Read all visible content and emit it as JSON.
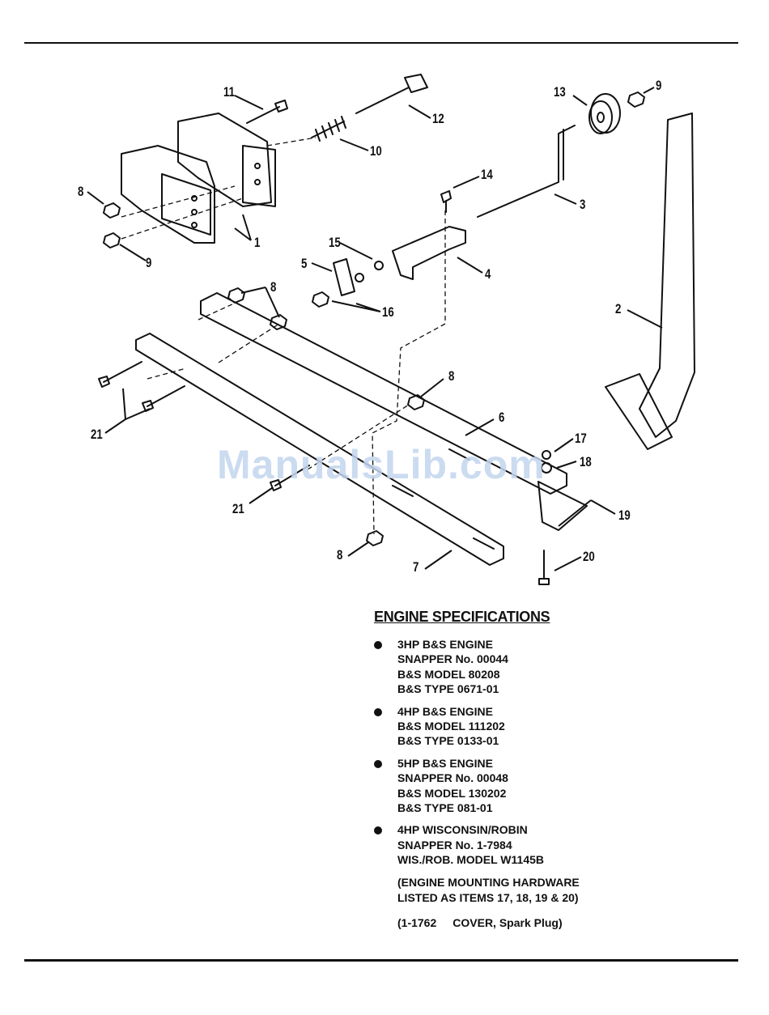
{
  "diagram": {
    "callouts": [
      "11",
      "12",
      "13",
      "9",
      "10",
      "14",
      "3",
      "8",
      "1",
      "9",
      "15",
      "5",
      "4",
      "16",
      "8",
      "2",
      "8",
      "21",
      "6",
      "17",
      "18",
      "21",
      "19",
      "8",
      "7",
      "20"
    ],
    "watermark": "ManualsLib.com"
  },
  "specs": {
    "title": "ENGINE SPECIFICATIONS",
    "engines": [
      {
        "lines": [
          "3HP B&S ENGINE",
          "SNAPPER No. 00044",
          "B&S MODEL 80208",
          "B&S TYPE 0671-01"
        ]
      },
      {
        "lines": [
          "4HP B&S ENGINE",
          "B&S MODEL 111202",
          "B&S TYPE 0133-01"
        ]
      },
      {
        "lines": [
          "5HP B&S ENGINE",
          "SNAPPER No. 00048",
          "B&S MODEL 130202",
          "B&S TYPE 081-01"
        ]
      },
      {
        "lines": [
          "4HP WISCONSIN/ROBIN",
          "SNAPPER No. 1-7984",
          "WIS./ROB. MODEL W1145B"
        ]
      }
    ],
    "note_lines": [
      "(ENGINE MOUNTING HARDWARE",
      "LISTED AS ITEMS 17, 18, 19 & 20)"
    ],
    "cover_part": "(1-1762",
    "cover_desc": "COVER, Spark Plug)"
  }
}
